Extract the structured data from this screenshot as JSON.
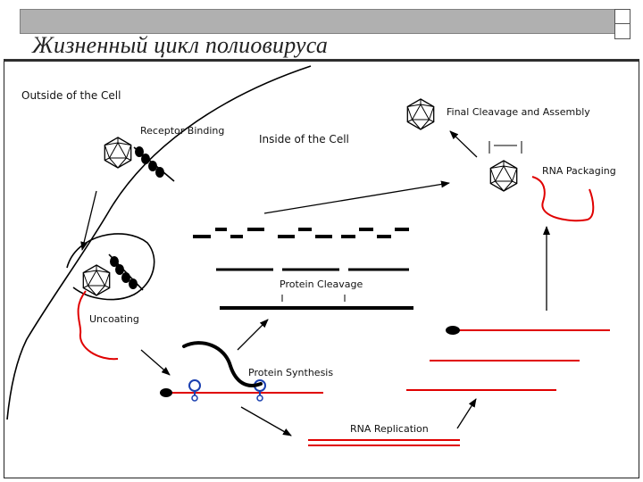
{
  "slide": {
    "title": "Жизненный цикл полиовируса"
  },
  "labels": {
    "outside": "Outside of the Cell",
    "inside": "Inside of the Cell",
    "receptor_binding": "Receptor Binding",
    "uncoating": "Uncoating",
    "protein_synthesis": "Protein Synthesis",
    "protein_cleavage": "Protein Cleavage",
    "rna_replication": "RNA Replication",
    "rna_packaging": "RNA Packaging",
    "final_cleavage": "Final Cleavage and Assembly"
  },
  "colors": {
    "rna": "#e00000",
    "ink": "#000000",
    "title_bar": "#b0b0b0"
  }
}
